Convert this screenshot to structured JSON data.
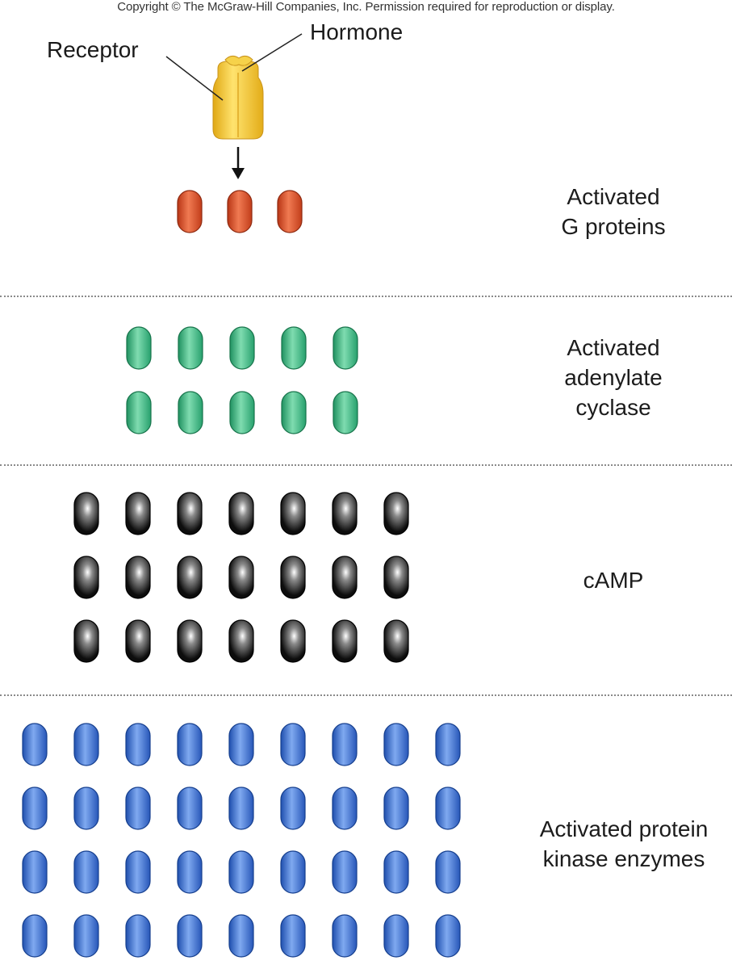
{
  "copyright": "Copyright © The McGraw-Hill Companies, Inc. Permission required for reproduction or display.",
  "callouts": {
    "receptor": "Receptor",
    "hormone": "Hormone"
  },
  "levels": [
    {
      "label_lines": [
        "Activated",
        "G proteins"
      ],
      "count": 3,
      "color": "#d94e2a"
    },
    {
      "label_lines": [
        "Activated",
        "adenylate",
        "cyclase"
      ],
      "count": 10,
      "color": "#2fae78"
    },
    {
      "label_lines": [
        "cAMP"
      ],
      "count": 21,
      "color": "#1a1a1a"
    },
    {
      "label_lines": [
        "Activated protein",
        "kinase enzymes"
      ],
      "count": 36,
      "color": "#2f62c4"
    }
  ],
  "colors": {
    "receptor": "#f2c12e",
    "divider": "#8a8a8a"
  }
}
